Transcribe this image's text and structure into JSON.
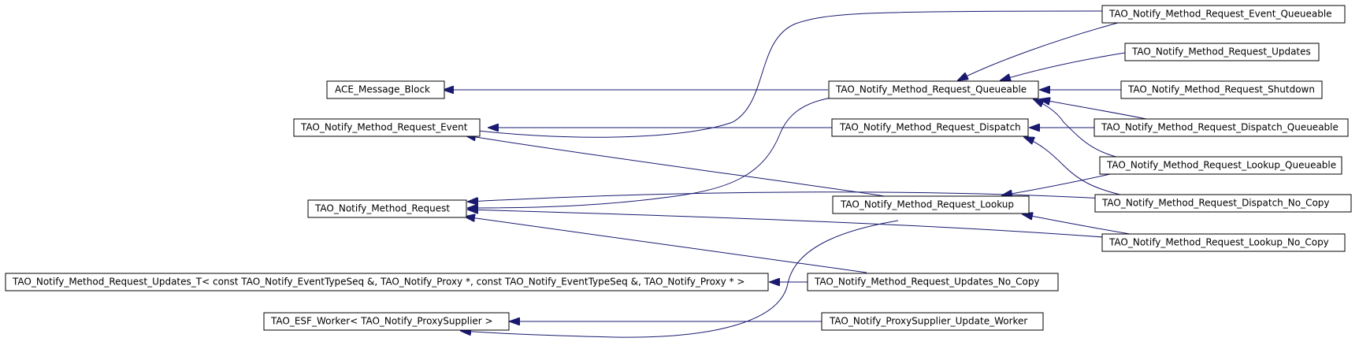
{
  "colors": {
    "edge": "#191970",
    "node_border": "#000000",
    "background": "#ffffff"
  },
  "nodes": {
    "ace_message_block": "ACE_Message_Block",
    "method_request_event": "TAO_Notify_Method_Request_Event",
    "method_request": "TAO_Notify_Method_Request",
    "updates_t": "TAO_Notify_Method_Request_Updates_T< const TAO_Notify_EventTypeSeq &, TAO_Notify_Proxy *, const TAO_Notify_EventTypeSeq &, TAO_Notify_Proxy * >",
    "esf_worker": "TAO_ESF_Worker< TAO_Notify_ProxySupplier >",
    "queueable": "TAO_Notify_Method_Request_Queueable",
    "dispatch": "TAO_Notify_Method_Request_Dispatch",
    "lookup": "TAO_Notify_Method_Request_Lookup",
    "updates_no_copy": "TAO_Notify_Method_Request_Updates_No_Copy",
    "update_worker": "TAO_Notify_ProxySupplier_Update_Worker",
    "event_queueable": "TAO_Notify_Method_Request_Event_Queueable",
    "updates": "TAO_Notify_Method_Request_Updates",
    "shutdown": "TAO_Notify_Method_Request_Shutdown",
    "dispatch_queueable": "TAO_Notify_Method_Request_Dispatch_Queueable",
    "lookup_queueable": "TAO_Notify_Method_Request_Lookup_Queueable",
    "dispatch_no_copy": "TAO_Notify_Method_Request_Dispatch_No_Copy",
    "lookup_no_copy": "TAO_Notify_Method_Request_Lookup_No_Copy"
  }
}
